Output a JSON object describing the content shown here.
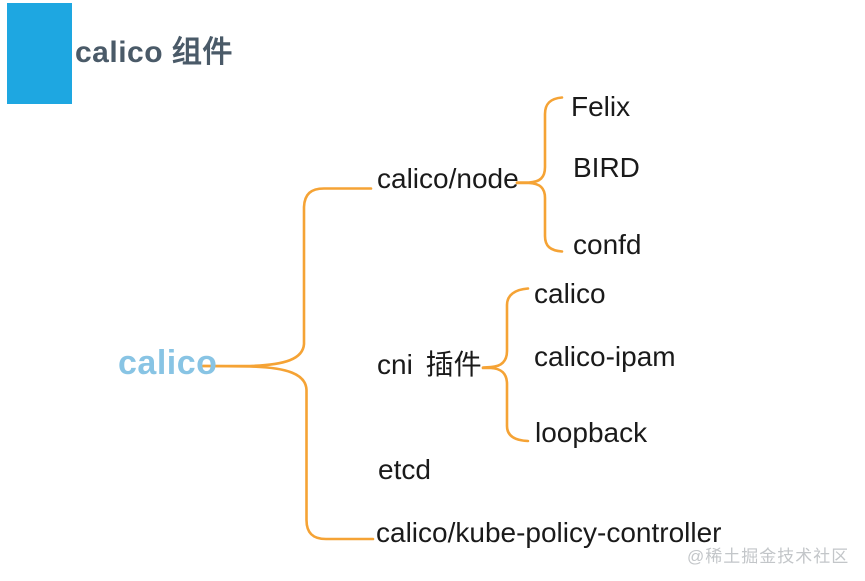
{
  "header": {
    "title": "calico 组件"
  },
  "tree": {
    "root": "calico",
    "branches": [
      {
        "label": "calico/node",
        "children": [
          "Felix",
          "BIRD",
          "confd"
        ]
      },
      {
        "label": "cni 插件",
        "children": [
          "calico",
          "calico-ipam",
          "loopback"
        ]
      },
      {
        "label": "etcd",
        "children": []
      },
      {
        "label": "calico/kube-policy-controller",
        "children": []
      }
    ]
  },
  "watermark": {
    "text": "@稀土掘金技术社区"
  },
  "colors": {
    "connector_line": "#F5A335",
    "accent_block": "#1EA7E1",
    "title_text": "#4A5A68",
    "root_text": "#88C4E4",
    "node_text": "#1A1A1A",
    "watermark_text": "#C3C6C9",
    "background": "#FFFFFF"
  }
}
